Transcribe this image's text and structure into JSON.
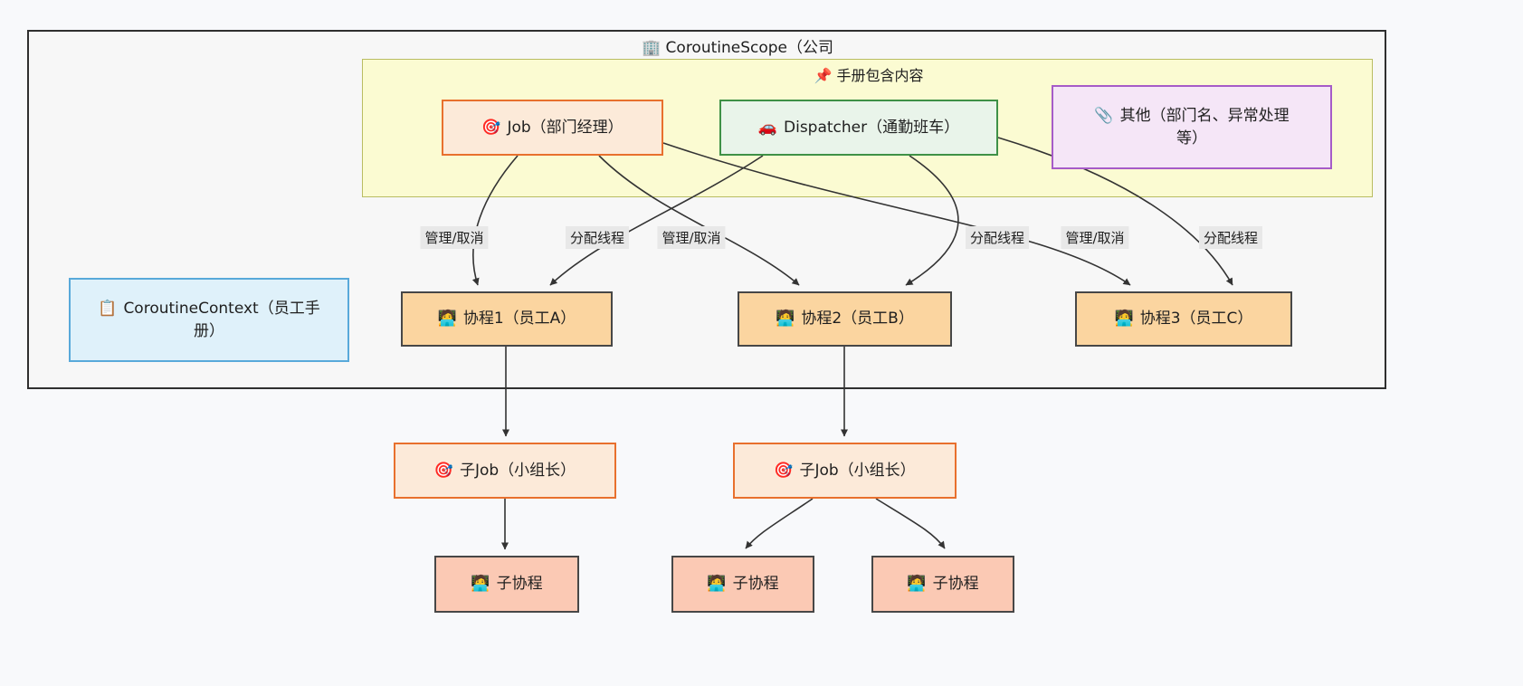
{
  "scope": {
    "icon": "🏢",
    "title": "CoroutineScope（公司"
  },
  "manual": {
    "icon": "📌",
    "title": "手册包含内容"
  },
  "nodes": {
    "job": {
      "icon": "🎯",
      "text": "Job（部门经理）"
    },
    "dispatcher": {
      "icon": "🚗",
      "text": "Dispatcher（通勤班车）"
    },
    "other": {
      "icon": "📎",
      "text": "其他（部门名、异常处理等）"
    },
    "context": {
      "icon": "📋",
      "text": "CoroutineContext（员工手册）"
    },
    "coroutine1": {
      "icon": "🧑‍💻",
      "text": "协程1（员工A）"
    },
    "coroutine2": {
      "icon": "🧑‍💻",
      "text": "协程2（员工B）"
    },
    "coroutine3": {
      "icon": "🧑‍💻",
      "text": "协程3（员工C）"
    },
    "subjob1": {
      "icon": "🎯",
      "text": "子Job（小组长）"
    },
    "subjob2": {
      "icon": "🎯",
      "text": "子Job（小组长）"
    },
    "subcoroutine1": {
      "icon": "🧑‍💻",
      "text": "子协程"
    },
    "subcoroutine2": {
      "icon": "🧑‍💻",
      "text": "子协程"
    },
    "subcoroutine3": {
      "icon": "🧑‍💻",
      "text": "子协程"
    }
  },
  "edges": [
    {
      "from": "Job",
      "to": "协程1",
      "label": "管理/取消"
    },
    {
      "from": "Dispatcher",
      "to": "协程1",
      "label": "分配线程"
    },
    {
      "from": "Job",
      "to": "协程2",
      "label": "管理/取消"
    },
    {
      "from": "Dispatcher",
      "to": "协程2",
      "label": "分配线程"
    },
    {
      "from": "Job",
      "to": "协程3",
      "label": "管理/取消"
    },
    {
      "from": "Dispatcher",
      "to": "协程3",
      "label": "分配线程"
    },
    {
      "from": "协程1",
      "to": "子Job1",
      "label": ""
    },
    {
      "from": "协程2",
      "to": "子Job2",
      "label": ""
    },
    {
      "from": "子Job1",
      "to": "子协程1",
      "label": ""
    },
    {
      "from": "子Job2",
      "to": "子协程2",
      "label": ""
    },
    {
      "from": "子Job2",
      "to": "子协程3",
      "label": ""
    }
  ],
  "colors": {
    "page-bg": "#f8f9fb",
    "text-color": "#1f1f1f",
    "outer-fill": "#f7f7f7",
    "outer-border": "#2f2f2f",
    "yellow-fill": "#fbfbd2",
    "yellow-border": "#b9bd62",
    "job-fill": "#fcead9",
    "job-border": "#e8702d",
    "dispatcher-fill": "#e9f4ea",
    "dispatcher-border": "#3f9147",
    "other-fill": "#f5e6f7",
    "other-border": "#a65bc8",
    "context-fill": "#dff1fa",
    "context-border": "#58a9da",
    "worker-fill": "#fbd5a0",
    "worker-border": "#474747",
    "child-fill": "#fbc9b4",
    "edge-color": "#333333",
    "edgelabel-bg": "#e8e8e8"
  }
}
